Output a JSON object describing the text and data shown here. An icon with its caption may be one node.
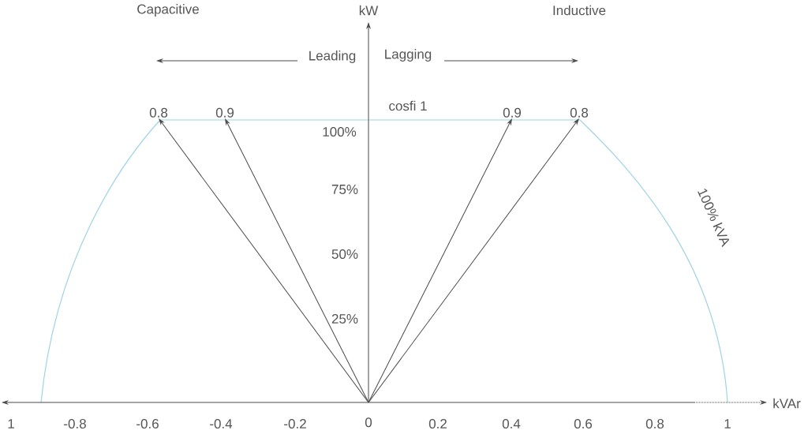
{
  "diagram": {
    "nodes": [
      {
        "text": [
          "0.8"
        ]
      },
      {
        "text": [
          "0.9"
        ]
      },
      {
        "text": [
          "0.9"
        ]
      },
      {
        "text": [
          "0.8"
        ]
      },
      {
        "text": [
          "0"
        ]
      }
    ],
    "edges": [
      {
        "from": 4,
        "to": 0,
        "arrow": "to"
      },
      {
        "from": 4,
        "to": 1,
        "arrow": "to"
      },
      {
        "from": 4,
        "to": 2,
        "arrow": "to"
      },
      {
        "from": 4,
        "to": 3,
        "arrow": "to"
      }
    ],
    "labels": [
      "Capacitive",
      "kW",
      "Inductive",
      "Leading",
      "Lagging",
      "cosfi 1",
      "100%",
      "75%",
      "50%",
      "100% kVA",
      "25%",
      "kVAr",
      "1",
      "-0.8",
      "-0.6",
      "-0.4",
      "-0.2",
      "0.2",
      "0.4",
      "0.6",
      "0.8",
      "1"
    ]
  }
}
